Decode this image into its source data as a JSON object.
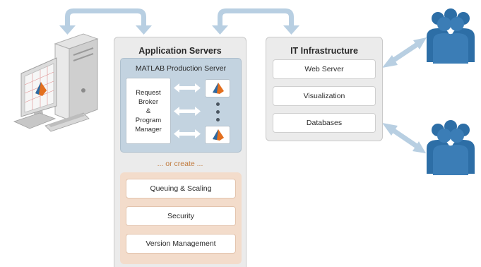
{
  "application_servers": {
    "title": "Application Servers",
    "production_server": {
      "title": "MATLAB Production Server",
      "broker_lines": [
        "Request",
        "Broker",
        "&",
        "Program",
        "Manager"
      ],
      "worker_icon": "matlab-membrane-icon"
    },
    "or_create": "... or create ...",
    "custom_items": [
      "Queuing & Scaling",
      "Security",
      "Version Management"
    ]
  },
  "it_infrastructure": {
    "title": "IT Infrastructure",
    "items": [
      "Web Server",
      "Visualization",
      "Databases"
    ]
  },
  "icons": {
    "desktop": "desktop-computer-icon",
    "user_groups": "user-group-icon",
    "arrows": "double-arrow-icon"
  },
  "colors": {
    "arrow_blue": "#b8cfe2",
    "people_blue": "#2d6ea6",
    "mps_blue": "#c3d3e0",
    "peach": "#f3dccb",
    "matlab_orange": "#e36f1e",
    "matlab_blue": "#2b6aa5"
  }
}
